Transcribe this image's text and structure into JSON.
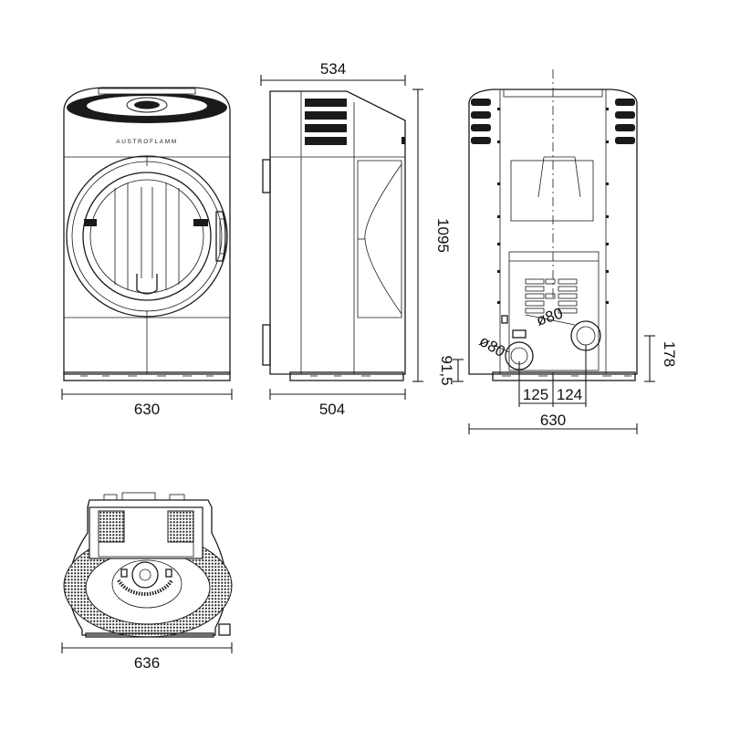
{
  "brand": "AUSTROFLAMM",
  "front_view": {
    "width": "630"
  },
  "side_view": {
    "depth_top": "534",
    "depth_base": "504",
    "height": "1095"
  },
  "rear_view": {
    "width": "630",
    "offset_left": "125",
    "offset_right": "124",
    "height_upper_pipe": "178",
    "height_lower_pipe": "91,5",
    "pipe_upper": "ø80",
    "pipe_lower": "ø80"
  },
  "top_view": {
    "width": "636"
  }
}
